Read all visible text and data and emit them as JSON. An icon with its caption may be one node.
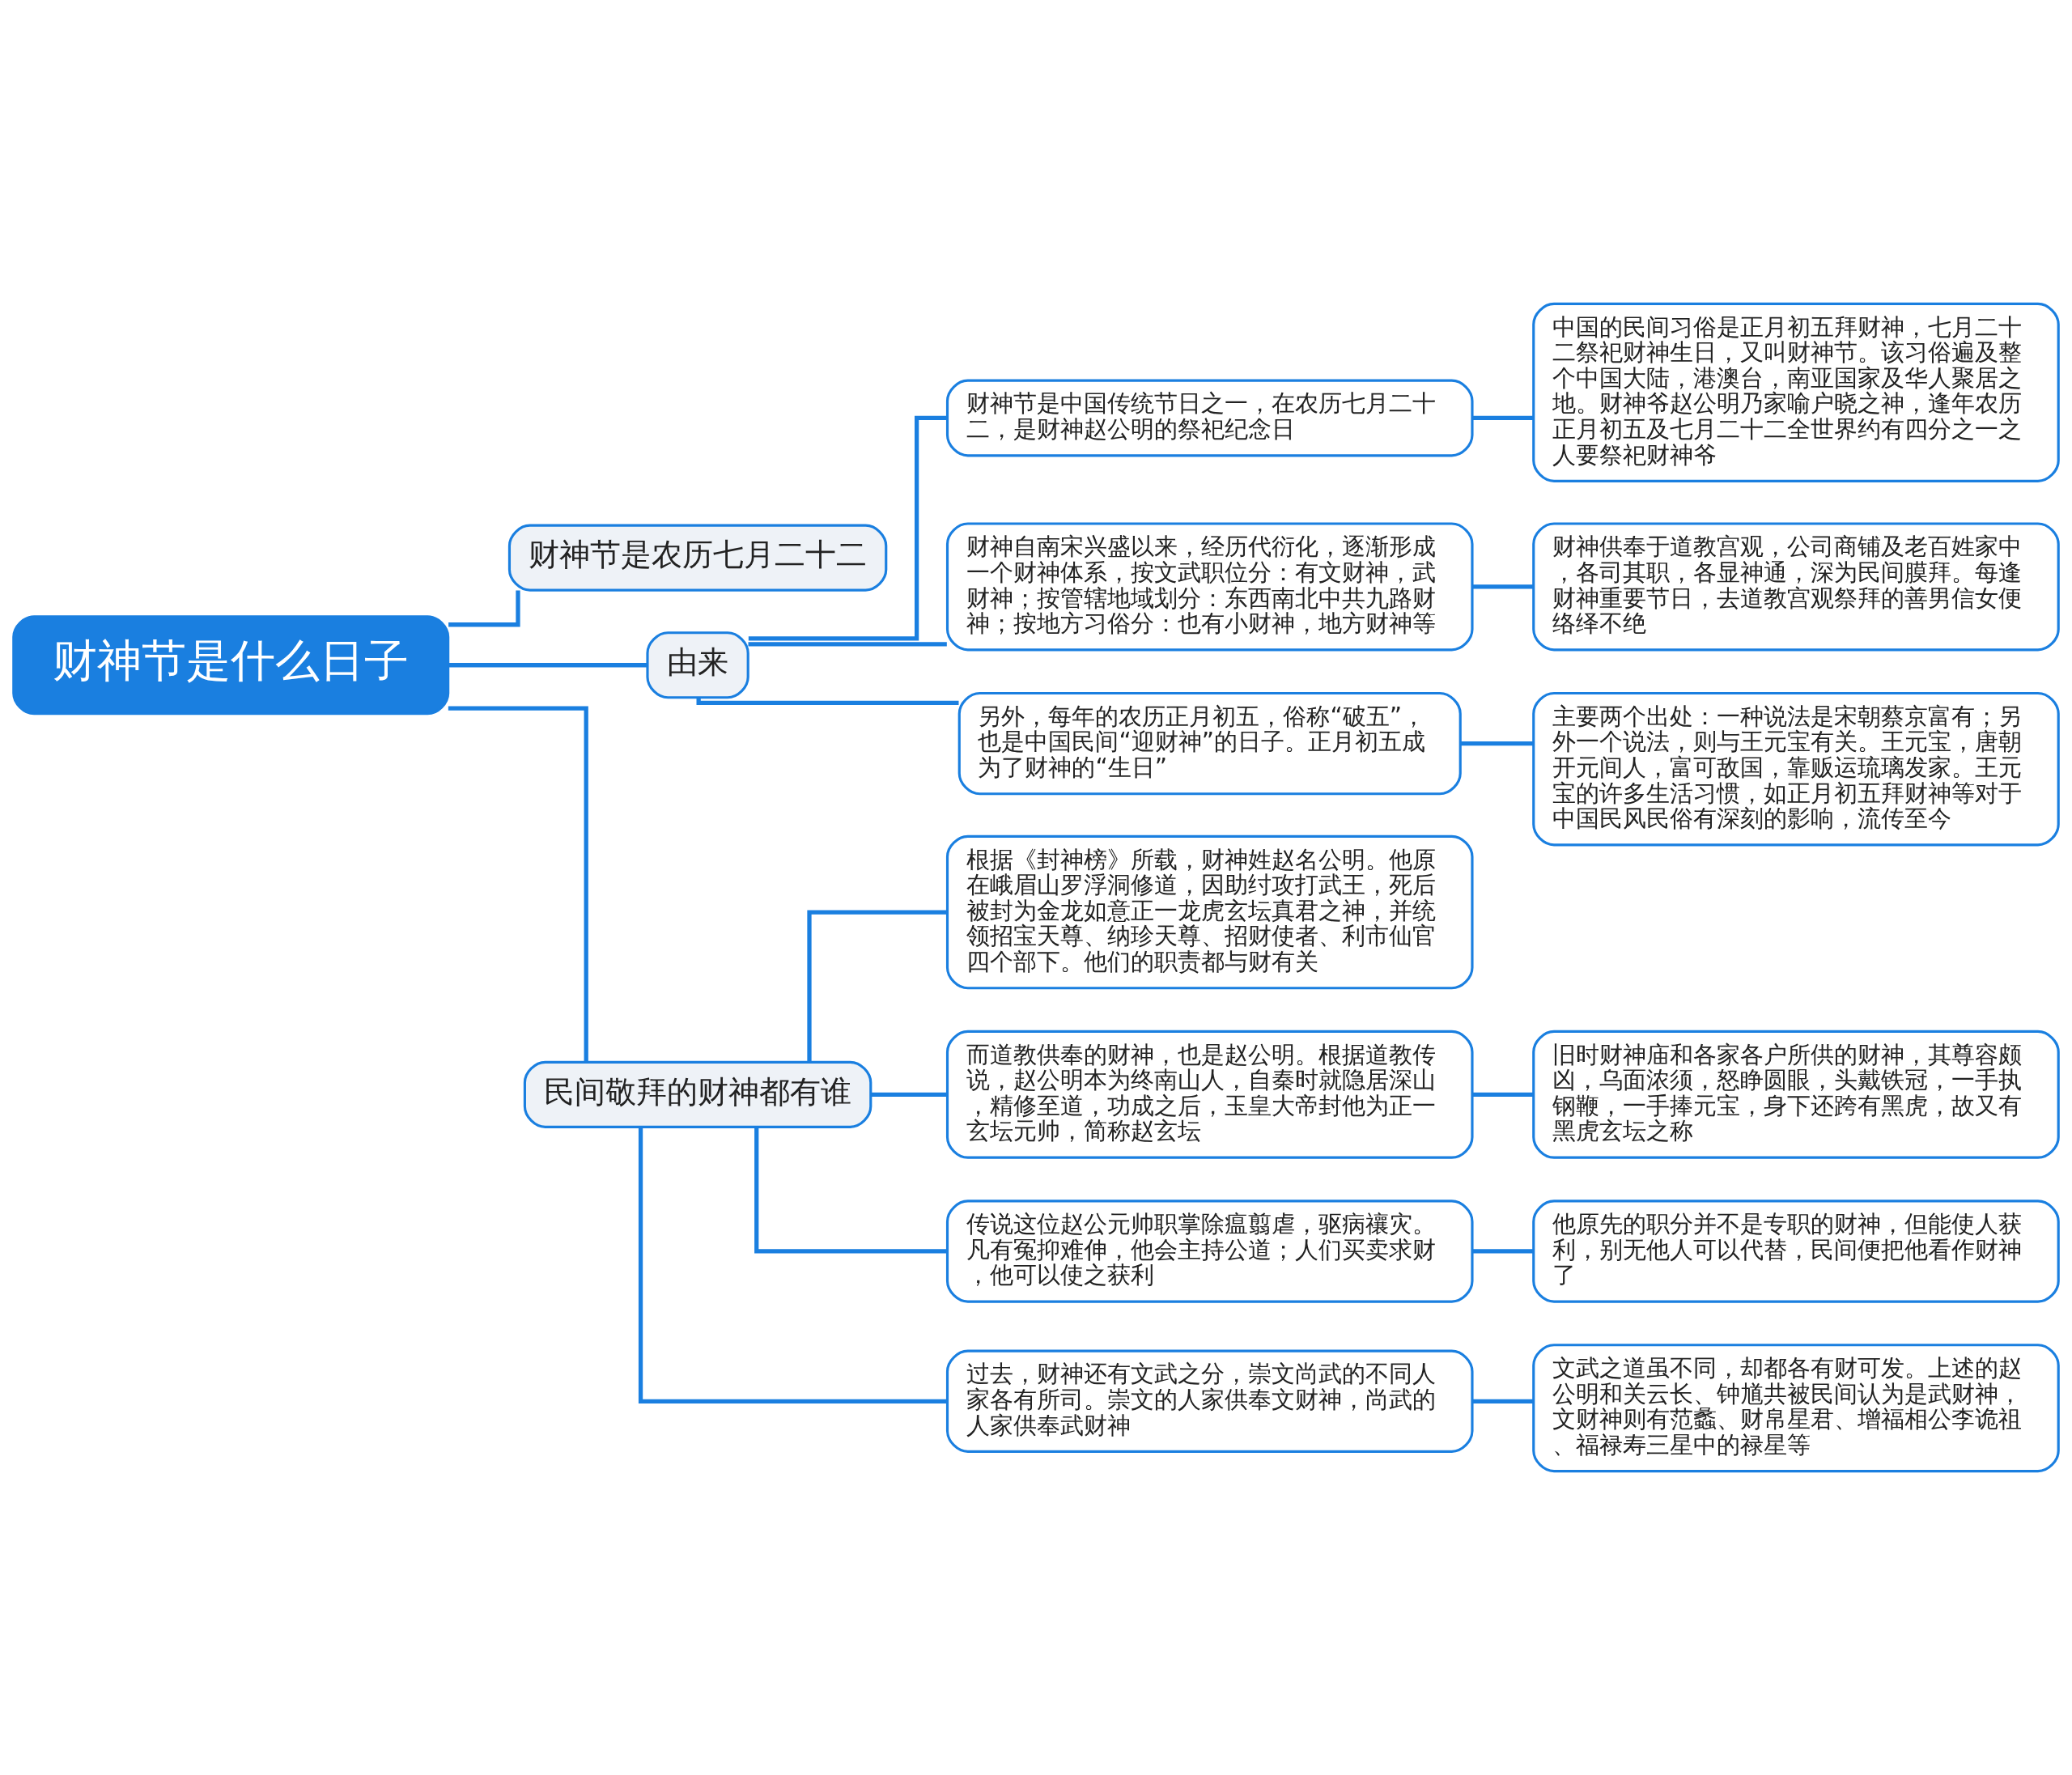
{
  "diagram": {
    "nodes": [
      {
        "text": [
          "财神节是什么日子"
        ]
      },
      {
        "text": [
          "财神节是农历七月二十二"
        ]
      },
      {
        "text": [
          "由来"
        ]
      },
      {
        "text": [
          "财神节是中国传统节日之一，在农历七月二十二，是财神赵公明的祭祀纪念日"
        ]
      },
      {
        "text": [
          "中国的民间习俗是正月初五拜财神，七月二十二祭祀财神生日，又叫财神节。该习俗遍及整个中国大陆，港澳台，南亚国家及华人聚居之地。财神爷赵公明乃家喻户晓之神，逢年农历正月初五及七月二十二全世界约有四分之一之人要祭祀财神爷"
        ]
      },
      {
        "text": [
          "财神自南宋兴盛以来，经历代衍化，逐渐形成一个财神体系，按文武职位分：有文财神，武财神；按管辖地域划分：东西南北中共九路财神；按地方习俗分：也有小财神，地方财神等"
        ]
      },
      {
        "text": [
          "财神供奉于道教宫观，公司商铺及老百姓家中，各司其职，各显神通，深为民间膜拜。每逢财神重要节日，去道教宫观祭拜的善男信女便络绎不绝"
        ]
      },
      {
        "text": [
          "另外，每年的农历正月初五，俗称“破五”，也是中国民间“迎财神”的日子。正月初五成为了财神的“生日”"
        ]
      },
      {
        "text": [
          "主要两个出处：一种说法是宋朝蔡京富有；另外一个说法，则与王元宝有关。王元宝，唐朝开元间人，富可敌国，靠贩运琉璃发家。王元宝的许多生活习惯，如正月初五拜财神等对于中国民风民俗有深刻的影响，流传至今"
        ]
      },
      {
        "text": [
          "民间敬拜的财神都有谁"
        ]
      },
      {
        "text": [
          "根据《封神榜》所载，财神姓赵名公明。他原在峨眉山罗浮洞修道，因助纣攻打武王，死后被封为金龙如意正一龙虎玄坛真君之神，并统领招宝天尊、纳珍天尊、招财使者、利市仙官四个部下。他们的职责都与财有关"
        ]
      },
      {
        "text": [
          "而道教供奉的财神，也是赵公明。根据道教传说，赵公明本为终南山人，自秦时就隐居深山，精修至道，功成之后，玉皇大帝封他为正一玄坛元帅，简称赵玄坛"
        ]
      },
      {
        "text": [
          "旧时财神庙和各家各户所供的财神，其尊容颇凶，乌面浓须，怒睁圆眼，头戴铁冠，一手执钢鞭，一手捧元宝，身下还跨有黑虎，故又有黑虎玄坛之称"
        ]
      },
      {
        "text": [
          "传说这位赵公元帅职掌除瘟翦虐，驱病禳灾。凡有冤抑难伸，他会主持公道；人们买卖求财，他可以使之获利"
        ]
      },
      {
        "text": [
          "他原先的职分并不是专职的财神，但能使人获利，别无他人可以代替，民间便把他看作财神了"
        ]
      },
      {
        "text": [
          "过去，财神还有文武之分，崇文尚武的不同人家各有所司。崇文的人家供奉文财神，尚武的人家供奉武财神"
        ]
      },
      {
        "text": [
          "文武之道虽不同，却都各有财可发。上述的赵公明和关云长、钟馗共被民间认为是武财神，文财神则有范蠡、财帛星君、增福相公李诡祖、福禄寿三星中的禄星等"
        ]
      }
    ],
    "edges": [
      {
        "from": 0,
        "to": 1,
        "arrow": "none"
      },
      {
        "from": 0,
        "to": 2,
        "arrow": "none"
      },
      {
        "from": 0,
        "to": 9,
        "arrow": "none"
      },
      {
        "from": 2,
        "to": 3,
        "arrow": "none"
      },
      {
        "from": 3,
        "to": 4,
        "arrow": "none"
      },
      {
        "from": 2,
        "to": 5,
        "arrow": "none"
      },
      {
        "from": 5,
        "to": 6,
        "arrow": "none"
      },
      {
        "from": 2,
        "to": 7,
        "arrow": "none"
      },
      {
        "from": 7,
        "to": 8,
        "arrow": "none"
      },
      {
        "from": 9,
        "to": 10,
        "arrow": "none"
      },
      {
        "from": 9,
        "to": 11,
        "arrow": "none"
      },
      {
        "from": 11,
        "to": 12,
        "arrow": "none"
      },
      {
        "from": 9,
        "to": 13,
        "arrow": "none"
      },
      {
        "from": 13,
        "to": 14,
        "arrow": "none"
      },
      {
        "from": 9,
        "to": 15,
        "arrow": "none"
      },
      {
        "from": 15,
        "to": 16,
        "arrow": "none"
      }
    ]
  }
}
